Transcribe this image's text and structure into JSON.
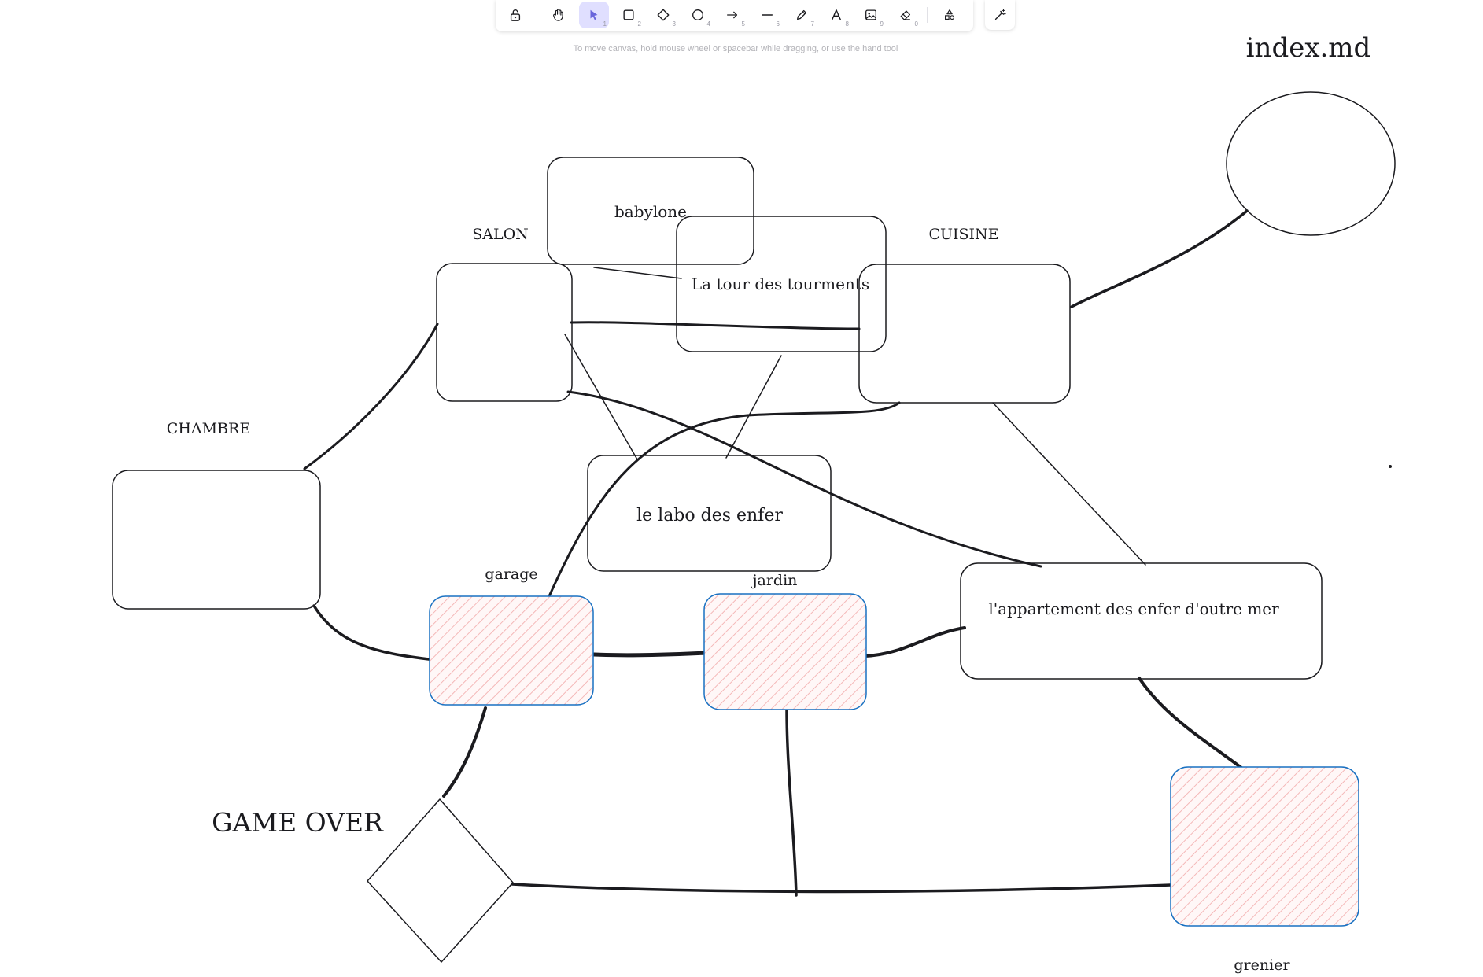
{
  "toolbar": {
    "tools": [
      {
        "name": "lock",
        "key": ""
      },
      {
        "name": "hand",
        "key": ""
      },
      {
        "name": "selection",
        "key": "1"
      },
      {
        "name": "rectangle",
        "key": "2"
      },
      {
        "name": "diamond",
        "key": "3"
      },
      {
        "name": "ellipse",
        "key": "4"
      },
      {
        "name": "arrow",
        "key": "5"
      },
      {
        "name": "line",
        "key": "6"
      },
      {
        "name": "draw",
        "key": "7"
      },
      {
        "name": "text",
        "key": "8"
      },
      {
        "name": "image",
        "key": "9"
      },
      {
        "name": "eraser",
        "key": "0"
      },
      {
        "name": "more-tools",
        "key": ""
      }
    ],
    "active_tool": "selection"
  },
  "hint": "To move canvas, hold mouse wheel or spacebar while dragging, or use the hand tool",
  "canvas": {
    "title": "index.md",
    "labels": {
      "salon": "SALON",
      "cuisine": "CUISINE",
      "chambre": "CHAMBRE",
      "garage": "garage",
      "jardin": "jardin",
      "grenier": "grenier",
      "game_over": "GAME OVER"
    },
    "box_texts": {
      "babylone": "babylone",
      "tour": "La tour des tourments",
      "labo": "le labo des enfer",
      "appartement": "l'appartement des enfer d'outre mer"
    },
    "colors": {
      "stroke": "#1b1b1f",
      "highlight_stroke": "#1971c2",
      "highlight_fill": "#ffc9c9",
      "active_tool_bg": "#e0dfff",
      "active_tool_fg": "#6965db"
    }
  }
}
